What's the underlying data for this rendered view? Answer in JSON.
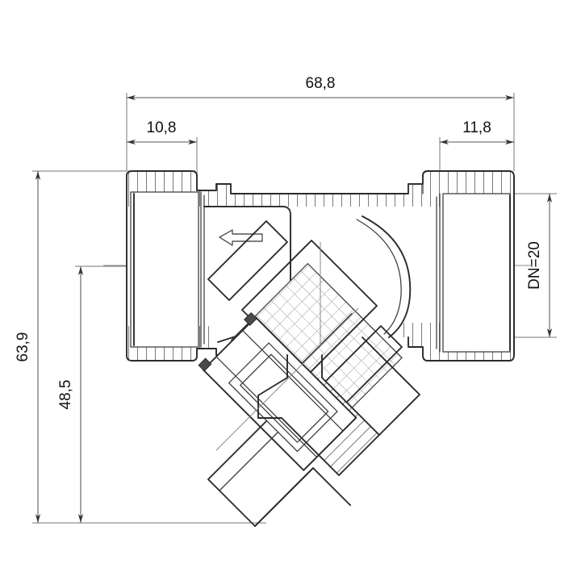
{
  "drawing": {
    "title": "Y-strainer sectional technical drawing",
    "units_note": "",
    "line_colors": {
      "outline": "#2b2b2b",
      "hatch": "#777777",
      "mesh": "#9a9a9a",
      "dimension": "#555555",
      "text": "#111111",
      "background": "#ffffff"
    }
  },
  "dimensions": {
    "overall_length": {
      "value": "68,8",
      "orientation": "horizontal",
      "position": "top"
    },
    "left_thread_length": {
      "value": "10,8",
      "orientation": "horizontal",
      "position": "top-left"
    },
    "right_thread_length": {
      "value": "11,8",
      "orientation": "horizontal",
      "position": "top-right"
    },
    "overall_height": {
      "value": "63,9",
      "orientation": "vertical",
      "position": "far-left"
    },
    "body_height": {
      "value": "48,5",
      "orientation": "vertical",
      "position": "left-inner"
    },
    "nominal_diameter": {
      "value": "DN=20",
      "orientation": "vertical",
      "position": "right"
    }
  },
  "features": {
    "flow_arrow": {
      "name": "flow-direction-arrow",
      "direction": "left"
    },
    "left_port": {
      "name": "left-threaded-port"
    },
    "right_port": {
      "name": "right-threaded-port"
    },
    "strainer_screen": {
      "name": "strainer-mesh-screen"
    },
    "drain_cap": {
      "name": "drain-cap"
    }
  }
}
